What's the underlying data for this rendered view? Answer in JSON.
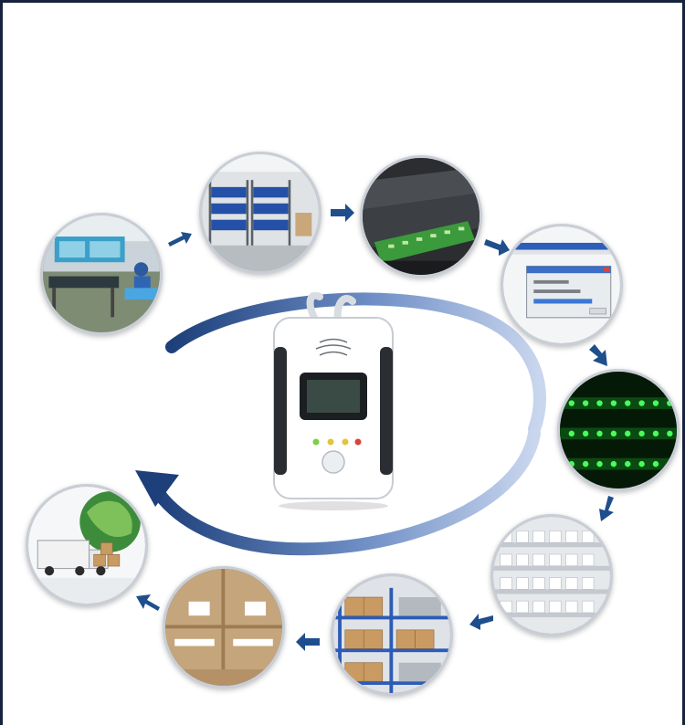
{
  "image": {
    "subject": "production-process-cycle",
    "colors": {
      "frame": "#17233c",
      "arrow": "#1f4e8c",
      "cycle_dark": "#1d3f7a",
      "cycle_light": "#b7c8e6",
      "led_green": "#7bd048",
      "led_yellow": "#e3c43a",
      "led_red": "#d8443a"
    },
    "steps": [
      {
        "name": "workshop-assembly-line"
      },
      {
        "name": "component-warehouse-shelves"
      },
      {
        "name": "smt-pcb-machine"
      },
      {
        "name": "software-programming-screen"
      },
      {
        "name": "aging-test-green-leds"
      },
      {
        "name": "finished-product-racks"
      },
      {
        "name": "packed-boxes-on-shelves"
      },
      {
        "name": "carton-boxes"
      },
      {
        "name": "global-shipping-truck"
      }
    ],
    "center_product": {
      "name": "gas-detector-device"
    }
  }
}
